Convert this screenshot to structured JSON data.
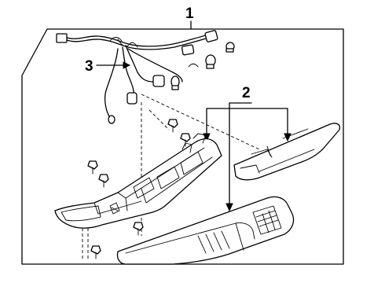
{
  "callouts": {
    "assembly": "1",
    "lens": "2",
    "harness": "3"
  }
}
